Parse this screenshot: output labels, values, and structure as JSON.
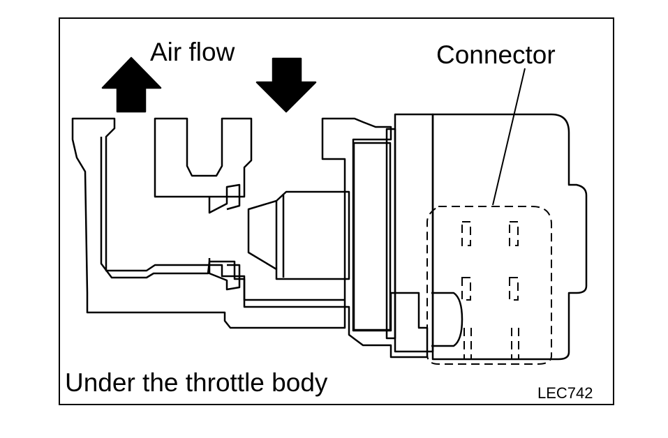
{
  "labels": {
    "air_flow": "Air flow",
    "connector": "Connector",
    "location": "Under the throttle body",
    "code": "LEC742"
  },
  "colors": {
    "ink": "#000000",
    "paper": "#ffffff"
  },
  "icons": {
    "up_arrow": "arrow-up-icon",
    "down_arrow": "arrow-down-icon"
  }
}
